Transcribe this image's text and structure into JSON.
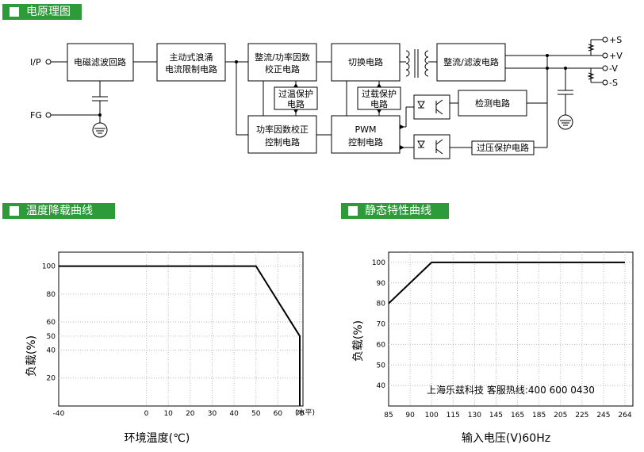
{
  "headers": {
    "schematic": "电原理图",
    "derating": "温度降载曲线",
    "static": "静态特性曲线"
  },
  "diagram": {
    "ports": {
      "input": "I/P",
      "fg": "FG",
      "pos_s": "+S",
      "pos_v": "+V",
      "neg_v": "-V",
      "neg_s": "-S"
    },
    "blocks": {
      "emi": [
        "电磁滤波回路"
      ],
      "inrush": [
        "主动式浪涌",
        "电流限制电路"
      ],
      "pfc": [
        "整流/功率因数",
        "校正电路"
      ],
      "switch": [
        "切换电路"
      ],
      "rect": [
        "整流/滤波电路"
      ],
      "otp": [
        "过温保护",
        "电路"
      ],
      "olp": [
        "过载保护",
        "电路"
      ],
      "pfc_ctrl": [
        "功率因数校正",
        "控制电路"
      ],
      "pwm": [
        "PWM",
        "控制电路"
      ],
      "detect": [
        "检测电路"
      ],
      "ovp": [
        "过压保护电路"
      ]
    }
  },
  "chart_data": [
    {
      "type": "line",
      "title": "",
      "xlabel": "环境温度(℃)",
      "ylabel": "负载(%)",
      "x_unit_note": "(水平)",
      "x_ticks": [
        "-40",
        "0",
        "10",
        "20",
        "30",
        "40",
        "50",
        "60",
        "70"
      ],
      "y_ticks": [
        "20",
        "40",
        "50",
        "60",
        "80",
        "100"
      ],
      "xlim": [
        -40,
        70
      ],
      "ylim": [
        0,
        110
      ],
      "series": [
        {
          "x": [
            -40,
            50,
            70,
            70
          ],
          "y": [
            100,
            100,
            50,
            0
          ]
        }
      ]
    },
    {
      "type": "line",
      "title": "",
      "xlabel": "输入电压(V)60Hz",
      "ylabel": "负载(%)",
      "x_ticks": [
        "85",
        "90",
        "100",
        "115",
        "130",
        "145",
        "165",
        "185",
        "205",
        "225",
        "245",
        "264"
      ],
      "y_ticks": [
        "40",
        "50",
        "60",
        "70",
        "80",
        "90",
        "100"
      ],
      "ylim": [
        30,
        105
      ],
      "series": [
        {
          "x": [
            85,
            100,
            264
          ],
          "y": [
            80,
            100,
            100
          ]
        }
      ]
    }
  ],
  "watermark": "上海乐兹科技 客服热线:400 600 0430"
}
